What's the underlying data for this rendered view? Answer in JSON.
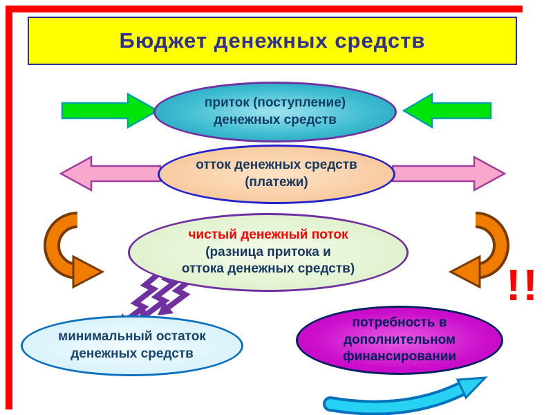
{
  "title": "Бюджет денежных средств",
  "nodes": {
    "inflow": {
      "lines": [
        "приток (поступление)",
        "денежных средств"
      ]
    },
    "outflow": {
      "lines": [
        "отток денежных средств",
        "(платежи)"
      ]
    },
    "net_flow": {
      "highlight": "чистый денежный поток",
      "lines": [
        "(разница притока и",
        "оттока денежных средств)"
      ]
    },
    "min_balance": {
      "lines": [
        "минимальный остаток",
        "денежных средств"
      ]
    },
    "financing_need": {
      "lines": [
        "потребность в",
        "дополнительном",
        "финансировании"
      ]
    }
  },
  "annotations": {
    "exclamation": "!!"
  },
  "icons": {
    "inflow_arrows": "green-block-arrows-inward",
    "outflow_arrows": "pink-block-arrows-outward",
    "net_flow_arrows": "orange-curved-arrows",
    "shock_arrows": "purple-lightning-arrows",
    "financing_arrow": "cyan-curved-swoosh-arrow"
  },
  "colors": {
    "frame_red": "#ff0000",
    "title_bg": "#ffff00",
    "title_text": "#2e3192",
    "inflow_fill": "#3fbdd2",
    "outflow_fill": "#f7c79b",
    "net_fill": "#dcf0ca",
    "min_fill": "#d5f1fb",
    "need_fill": "#cc0fcc",
    "purple_border": "#7030a0",
    "green_arrow": "#00e408",
    "pink_arrow": "#f8a8cc",
    "orange_arrow": "#f07d00",
    "cyan_arrow": "#27d1f2",
    "highlight_red": "#ff0000"
  }
}
